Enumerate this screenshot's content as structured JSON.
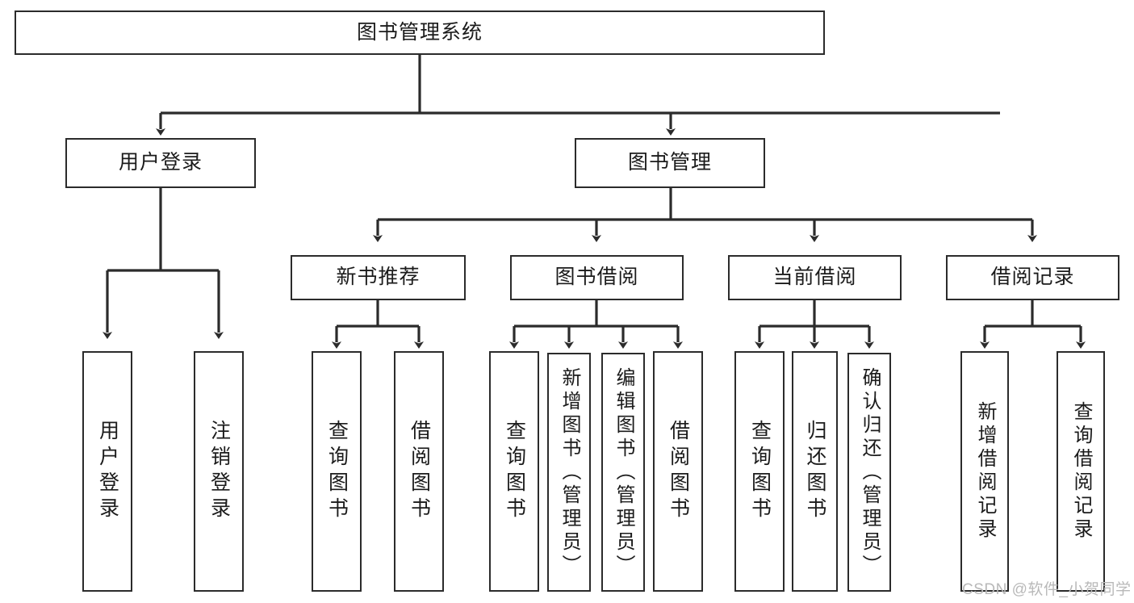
{
  "diagram": {
    "title": "图书管理系统",
    "type": "tree-hierarchy-chart",
    "watermark": "CSDN @软件_小贺同学",
    "colors": {
      "background": "#ffffff",
      "node_border": "#2b2b2b",
      "node_fill": "#ffffff",
      "edge": "#2b2b2b",
      "text": "#1b1b1b",
      "watermark": "#b9b9b9"
    },
    "levels": {
      "level0": "root",
      "level1": "modules",
      "level2": "sub-modules",
      "level3": "functions"
    },
    "nodes": {
      "root": {
        "label": "图书管理系统"
      },
      "level1": [
        {
          "id": "user-login",
          "label": "用户登录"
        },
        {
          "id": "book-manage",
          "label": "图书管理"
        }
      ],
      "level2": [
        {
          "id": "new-book-recommend",
          "label": "新书推荐",
          "parent": "book-manage"
        },
        {
          "id": "book-borrow",
          "label": "图书借阅",
          "parent": "book-manage"
        },
        {
          "id": "current-borrow",
          "label": "当前借阅",
          "parent": "book-manage"
        },
        {
          "id": "borrow-record",
          "label": "借阅记录",
          "parent": "book-manage"
        }
      ],
      "leaves": [
        {
          "id": "leaf-user-login",
          "label": "用户登录",
          "parent": "user-login"
        },
        {
          "id": "leaf-logout",
          "label": "注销登录",
          "parent": "user-login"
        },
        {
          "id": "leaf-query-book-1",
          "label": "查询图书",
          "parent": "new-book-recommend"
        },
        {
          "id": "leaf-borrow-book-1",
          "label": "借阅图书",
          "parent": "new-book-recommend"
        },
        {
          "id": "leaf-query-book-2",
          "label": "查询图书",
          "parent": "book-borrow"
        },
        {
          "id": "leaf-add-book",
          "label": "新增图书（管理员）",
          "parent": "book-borrow"
        },
        {
          "id": "leaf-edit-book",
          "label": "编辑图书（管理员）",
          "parent": "book-borrow"
        },
        {
          "id": "leaf-borrow-book-2",
          "label": "借阅图书",
          "parent": "book-borrow"
        },
        {
          "id": "leaf-query-book-3",
          "label": "查询图书",
          "parent": "current-borrow"
        },
        {
          "id": "leaf-return-book",
          "label": "归还图书",
          "parent": "current-borrow"
        },
        {
          "id": "leaf-confirm-return",
          "label": "确认归还（管理员）",
          "parent": "current-borrow"
        },
        {
          "id": "leaf-add-record",
          "label": "新增借阅记录",
          "parent": "borrow-record"
        },
        {
          "id": "leaf-query-record",
          "label": "查询借阅记录",
          "parent": "borrow-record"
        }
      ]
    }
  }
}
